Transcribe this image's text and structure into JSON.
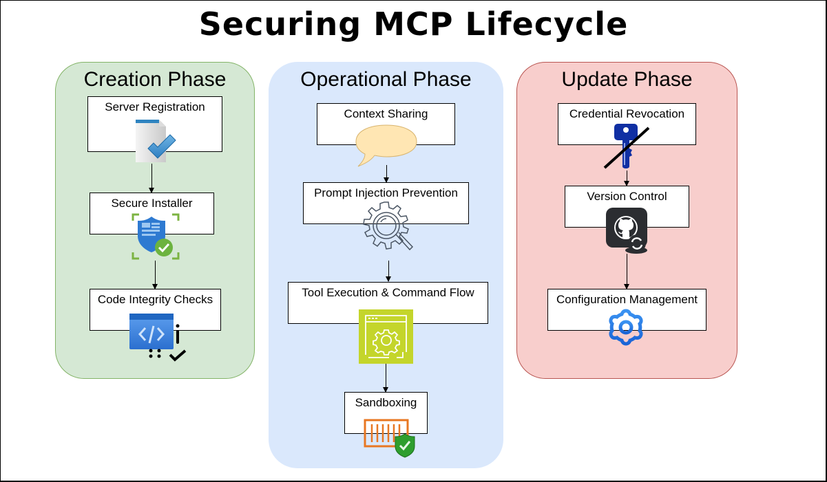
{
  "title": "Securing MCP Lifecycle",
  "phases": [
    {
      "name": "Creation Phase",
      "color": "#d5e8d4",
      "steps": [
        {
          "label": "Server Registration",
          "icon": "document-check-icon"
        },
        {
          "label": "Secure Installer",
          "icon": "shield-check-icon"
        },
        {
          "label": "Code Integrity Checks",
          "icon": "code-window-check-icon"
        }
      ]
    },
    {
      "name": "Operational Phase",
      "color": "#dae8fc",
      "steps": [
        {
          "label": "Context Sharing",
          "icon": "speech-bubble-icon"
        },
        {
          "label": "Prompt Injection Prevention",
          "icon": "gear-magnifier-icon"
        },
        {
          "label": "Tool Execution & Command Flow",
          "icon": "app-gear-icon"
        },
        {
          "label": "Sandboxing",
          "icon": "container-shield-icon"
        }
      ]
    },
    {
      "name": "Update Phase",
      "color": "#f8cecc",
      "steps": [
        {
          "label": "Credential Revocation",
          "icon": "key-crossed-icon"
        },
        {
          "label": "Version Control",
          "icon": "github-sync-icon"
        },
        {
          "label": "Configuration Management",
          "icon": "gear-icon"
        }
      ]
    }
  ]
}
